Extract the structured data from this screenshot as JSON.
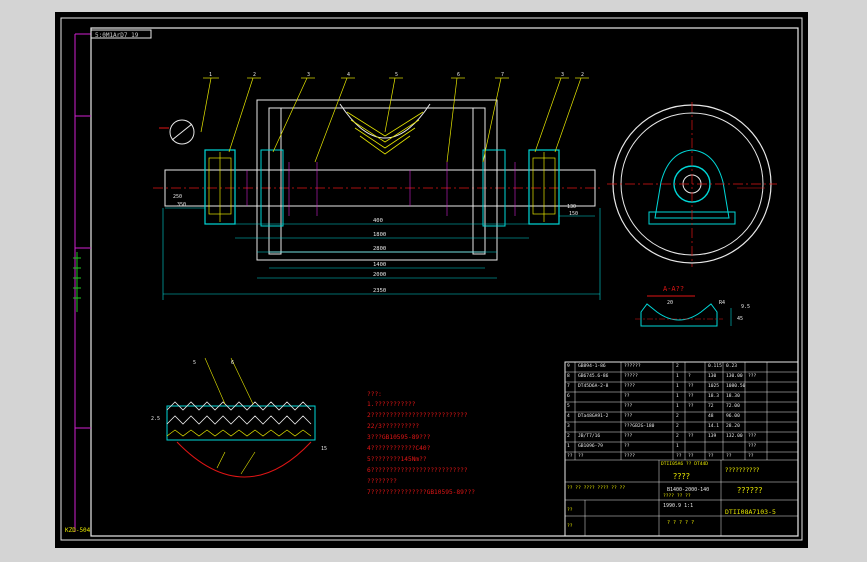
{
  "drawing": {
    "corner_tag_top": "5:0M1ArD7 19",
    "corner_tag_bottom": "KZD-504",
    "section_label": "A-A??",
    "part_callouts": [
      "1",
      "2",
      "3",
      "4",
      "5",
      "6",
      "7",
      "3",
      "2"
    ],
    "dimensions": {
      "d400": "400",
      "d1800": "1800",
      "d2800": "2800",
      "d1400": "1400",
      "d2000": "2000",
      "d2350": "2350",
      "d250": "250",
      "d350": "350",
      "d130": "130",
      "d150": "150",
      "section_45": "45",
      "section_9_5": "9.5",
      "section_r4": "R4",
      "section_20": "20"
    },
    "detail_labels": {
      "label_a": "5",
      "label_b": "6",
      "dim_left": "2.5",
      "dim_right": "15"
    },
    "notes": [
      "???:",
      "1.???????????",
      "2??????????????????????????",
      "22/3??????????",
      "3???GB10595-89???",
      "4????????????C40?",
      "5????????145Nm??",
      "6??????????????????????????",
      "????????",
      "7???????????????GB10595-89???"
    ]
  },
  "parts_table": {
    "rows": [
      [
        "9",
        "GB894-1-86",
        "??????",
        "2",
        "",
        "0.115",
        "0.23",
        ""
      ],
      [
        "8",
        "GB6745.6-86",
        "?????",
        "1",
        "?",
        "130",
        "130.00",
        "???"
      ],
      [
        "7",
        "DT45D6A-2-8",
        "????",
        "1",
        "??",
        "1025",
        "1080.50",
        ""
      ],
      [
        "6",
        "",
        "??",
        "1",
        "??",
        "18.3",
        "18.30",
        ""
      ],
      [
        "5",
        "",
        "???",
        "1",
        "??",
        "72",
        "72.00",
        ""
      ],
      [
        "4",
        "DTa48GA91-2",
        "???",
        "2",
        "",
        "48",
        "96.00",
        ""
      ],
      [
        "3",
        "",
        "???GB2G-180",
        "2",
        "",
        "14.1",
        "28.20",
        ""
      ],
      [
        "2",
        "JB/T7/16",
        "???",
        "2",
        "??",
        "139",
        "132.00",
        "???"
      ],
      [
        "1",
        "GB1096-79",
        "??",
        "1",
        "",
        "",
        "",
        "???"
      ]
    ],
    "header": [
      "??",
      "??",
      "????",
      "??",
      "??",
      "??",
      "??",
      "??"
    ],
    "title_meta": "DTII05A6 ?? DT44D",
    "drawing_name": "????",
    "drawing_spec": "B1400-2000-140",
    "company": "??????????",
    "product": "??????",
    "weight_label": "1990.9 1:1",
    "drawing_number": "DTII08A7103-5",
    "sign_rows": [
      "?? ?? ???? ???? ?? ??",
      "??",
      "??"
    ],
    "stage_labels": [
      "???? ?? ??"
    ],
    "sheet_info": "? ? ? ? ?"
  }
}
